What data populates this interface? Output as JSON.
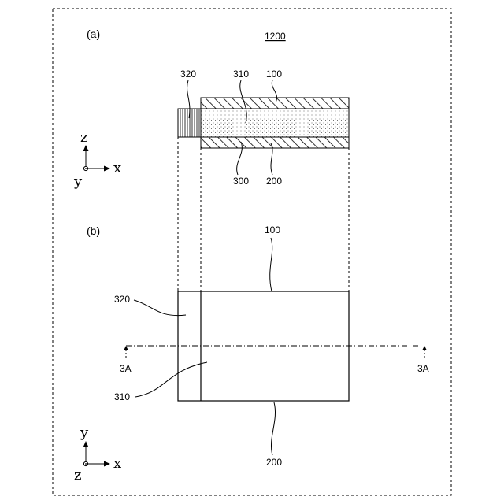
{
  "figure": {
    "number": "1200"
  },
  "panels": {
    "a": "(a)",
    "b": "(b)"
  },
  "top_view_labels": {
    "l320": "320",
    "l310": "310",
    "l100": "100",
    "l300": "300",
    "l200": "200"
  },
  "plan_view_labels": {
    "l100": "100",
    "l320": "320",
    "l310": "310",
    "l200": "200",
    "section_left": "3A",
    "section_right": "3A"
  },
  "axes_a": {
    "z": "z",
    "x": "x",
    "y": "y"
  },
  "axes_b": {
    "y": "y",
    "x": "x",
    "z": "z"
  }
}
